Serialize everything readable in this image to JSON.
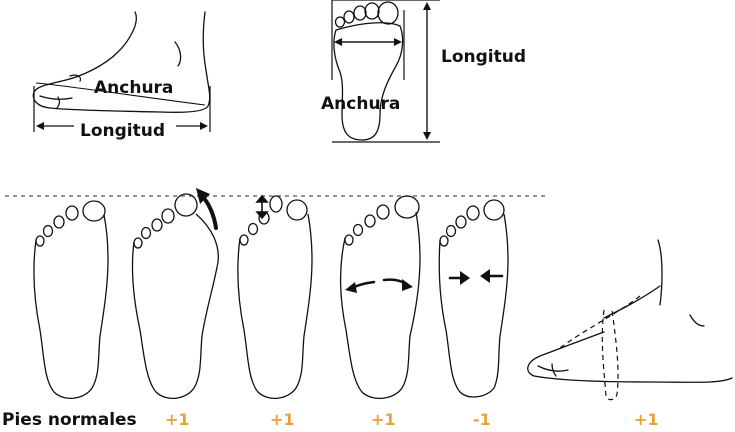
{
  "labels": {
    "side_width": "Anchura",
    "side_length": "Longitud",
    "top_width": "Anchura",
    "top_length": "Longitud",
    "normal": "Pies normales",
    "score_1": "+1",
    "score_2": "+1",
    "score_3": "+1",
    "score_4": "-1",
    "score_5": "+1"
  },
  "colors": {
    "line": "#111111",
    "score": "#e8a23c",
    "dashed": "#555555"
  }
}
